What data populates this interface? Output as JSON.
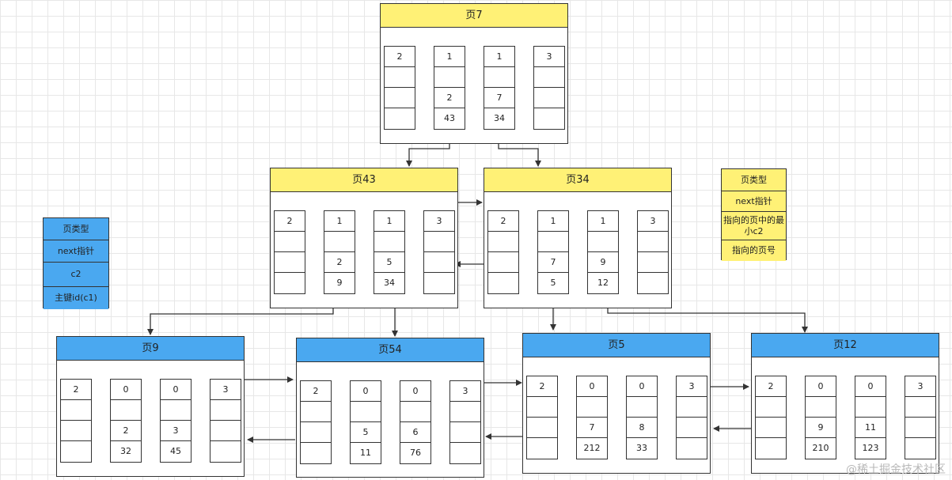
{
  "pages": [
    {
      "id": "p7",
      "title": "页7",
      "color": "yellow",
      "records": [
        [
          "2",
          "",
          "",
          ""
        ],
        [
          "1",
          "",
          "2",
          "43"
        ],
        [
          "1",
          "",
          "7",
          "34"
        ],
        [
          "3",
          "",
          "",
          ""
        ]
      ]
    },
    {
      "id": "p43",
      "title": "页43",
      "color": "yellow",
      "records": [
        [
          "2",
          "",
          "",
          ""
        ],
        [
          "1",
          "",
          "2",
          "9"
        ],
        [
          "1",
          "",
          "5",
          "34"
        ],
        [
          "3",
          "",
          "",
          ""
        ]
      ]
    },
    {
      "id": "p34",
      "title": "页34",
      "color": "yellow",
      "records": [
        [
          "2",
          "",
          "",
          ""
        ],
        [
          "1",
          "",
          "7",
          "5"
        ],
        [
          "1",
          "",
          "9",
          "12"
        ],
        [
          "3",
          "",
          "",
          ""
        ]
      ]
    },
    {
      "id": "p9",
      "title": "页9",
      "color": "blue",
      "records": [
        [
          "2",
          "",
          "",
          ""
        ],
        [
          "0",
          "",
          "2",
          "32"
        ],
        [
          "0",
          "",
          "3",
          "45"
        ],
        [
          "3",
          "",
          "",
          ""
        ]
      ]
    },
    {
      "id": "p54",
      "title": "页54",
      "color": "blue",
      "records": [
        [
          "2",
          "",
          "",
          ""
        ],
        [
          "0",
          "",
          "5",
          "11"
        ],
        [
          "0",
          "",
          "6",
          "76"
        ],
        [
          "3",
          "",
          "",
          ""
        ]
      ]
    },
    {
      "id": "p5",
      "title": "页5",
      "color": "blue",
      "records": [
        [
          "2",
          "",
          "",
          ""
        ],
        [
          "0",
          "",
          "7",
          "212"
        ],
        [
          "0",
          "",
          "8",
          "33"
        ],
        [
          "3",
          "",
          "",
          ""
        ]
      ]
    },
    {
      "id": "p12",
      "title": "页12",
      "color": "blue",
      "records": [
        [
          "2",
          "",
          "",
          ""
        ],
        [
          "0",
          "",
          "9",
          "210"
        ],
        [
          "0",
          "",
          "11",
          "123"
        ],
        [
          "3",
          "",
          "",
          ""
        ]
      ]
    }
  ],
  "legend_yellow": [
    "页类型",
    "next指针",
    "指向的页中的最小c2",
    "指向的页号"
  ],
  "legend_blue": [
    "页类型",
    "next指针",
    "c2",
    "主键id(c1)"
  ],
  "watermark": "@稀土掘金技术社区"
}
